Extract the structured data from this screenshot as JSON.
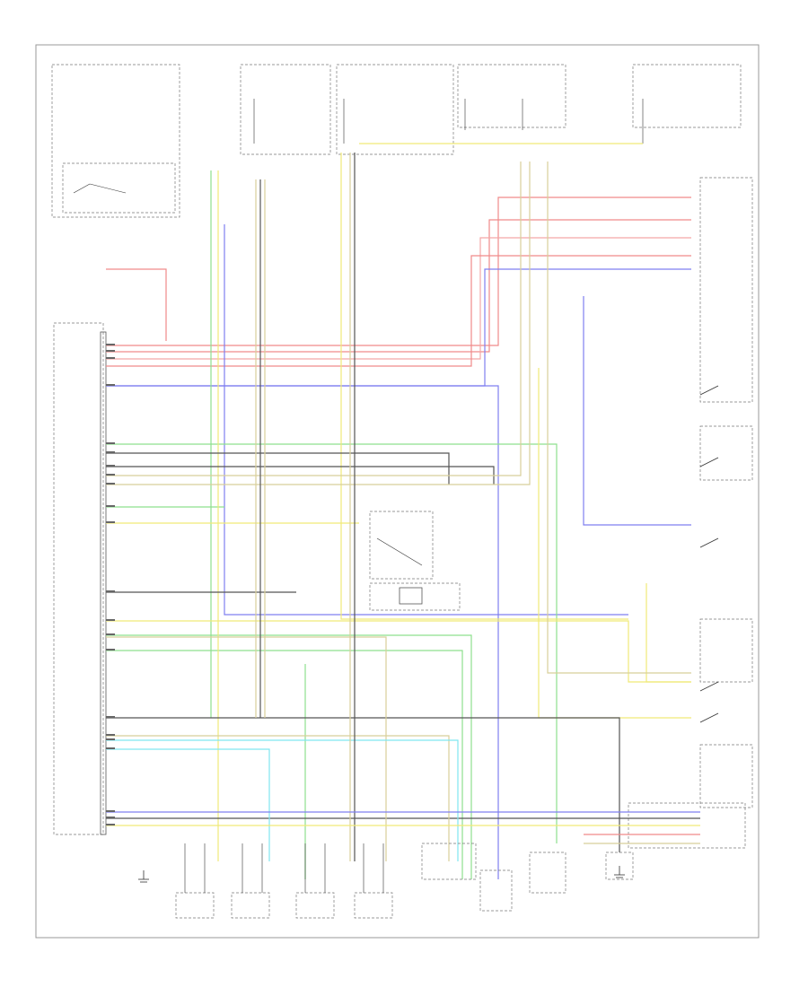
{
  "diagram": {
    "title": "",
    "colors": {
      "red": "#f08a8a",
      "pink": "#f4a6a6",
      "yellow": "#f0ea78",
      "green": "#8ee08e",
      "blue": "#7f7ff0",
      "cyan": "#7fe6f0",
      "gray": "#555555",
      "tan": "#d8cf9a",
      "outline": "#666666"
    },
    "components": [
      {
        "id": "module",
        "label": "",
        "sub": ""
      },
      {
        "id": "left-front-wheel-sensor",
        "label": "",
        "sub": ""
      },
      {
        "id": "right-front-wheel-sensor",
        "label": "",
        "sub": ""
      },
      {
        "id": "left-rear-wheel-sensor",
        "label": "",
        "sub": ""
      },
      {
        "id": "right-rear-wheel-sensor",
        "label": "",
        "sub": ""
      },
      {
        "id": "data-link-connector",
        "label": "",
        "sub": ""
      },
      {
        "id": "hydraulic-unit",
        "label": "",
        "sub": ""
      },
      {
        "id": "instrument-cluster",
        "label": "",
        "sub": ""
      }
    ],
    "footnote": ""
  }
}
